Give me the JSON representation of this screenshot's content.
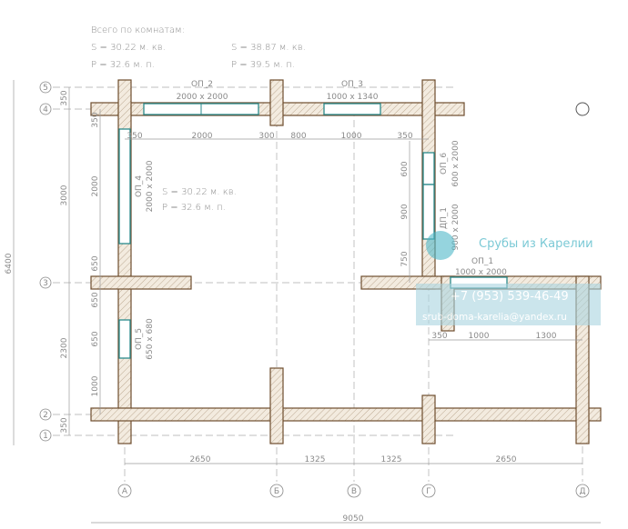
{
  "summary": {
    "title": "Всего по комнатам:",
    "room1": {
      "s": "S   =  30.22 м. кв.",
      "p": "P   =  32.6 м. п."
    },
    "room2": {
      "s": "S   = 38.87 м. кв.",
      "p": "P   = 39.5 м. п."
    }
  },
  "room_label": {
    "s": "S   = 30.22 м. кв.",
    "p": "P   = 32.6 м. п."
  },
  "axes_h": [
    "5",
    "4",
    "3",
    "2",
    "1"
  ],
  "axes_v": [
    "А",
    "Б",
    "В",
    "Г",
    "Д"
  ],
  "openings": {
    "op2": "ОП_2",
    "op2_size": "2000 х 2000",
    "op3": "ОП_3",
    "op3_size": "1000 х 1340",
    "op4": "ОП_4",
    "op4_size": "2000 х 2000",
    "op5": "ОП_5",
    "op5_size": "650 х 680",
    "op6": "ОП_6",
    "op6_size": "600 х 2000",
    "dp1": "ДП_1",
    "dp1_size": "900 х 2000",
    "dp2": "ОП_1",
    "dp2_size": "1000 х 2000"
  },
  "dims": {
    "top": [
      "350",
      "2000",
      "300",
      "800",
      "1000",
      "350"
    ],
    "left_outer": "6400",
    "left_inner": [
      "350",
      "3000",
      "2300",
      "350"
    ],
    "left_wall": [
      "350",
      "2000",
      "650",
      "650",
      "650",
      "1000"
    ],
    "right_wall": [
      "600",
      "900",
      "750"
    ],
    "right_bottom": [
      "350",
      "1000",
      "1300"
    ],
    "bottom": [
      "2650",
      "1325",
      "1325",
      "2650"
    ],
    "total": "9050"
  },
  "watermark": {
    "brand": "Срубы из Карелии",
    "phone": "+7 (953) 539-46-49",
    "email": "srub-doma-karelia@yandex.ru"
  },
  "colors": {
    "wall": "#6e4e2e",
    "window": "#2a8a8c",
    "watermark": "#4fb8c8"
  }
}
